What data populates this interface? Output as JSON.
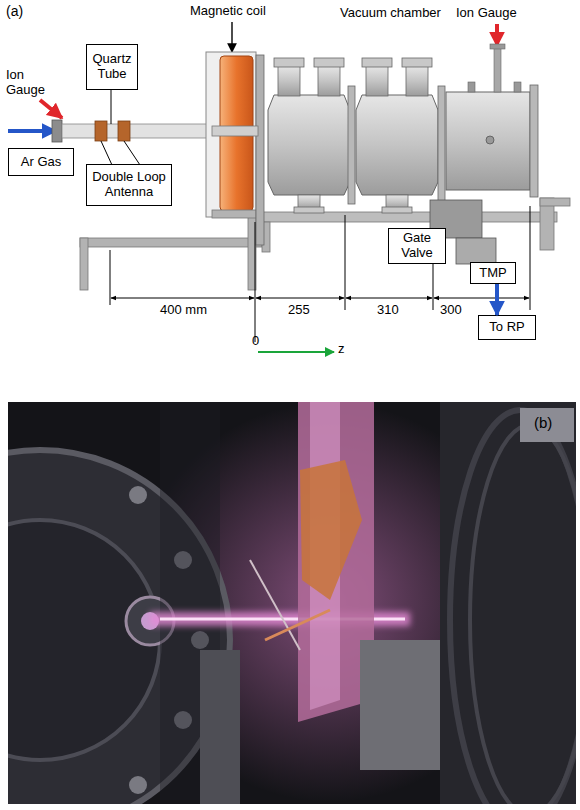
{
  "diagram": {
    "nodes": [
      {
        "text": [
          "Quartz Tube"
        ]
      },
      {
        "text": [
          "Ar Gas"
        ]
      },
      {
        "text": [
          "Double Loop Antenna"
        ]
      },
      {
        "text": [
          "Gate Valve"
        ]
      },
      {
        "text": [
          "TMP"
        ]
      },
      {
        "text": [
          "To RP"
        ]
      }
    ],
    "edges": [
      {
        "from": 4,
        "to": 5,
        "arrow": "to"
      }
    ],
    "labels": [
      "(a)",
      "Magnetic coil",
      "Vacuum chamber",
      "Ion Gauge",
      "Ion Gauge",
      "400 mm",
      "255",
      "310",
      "300",
      "0",
      "z",
      "(b)"
    ]
  }
}
